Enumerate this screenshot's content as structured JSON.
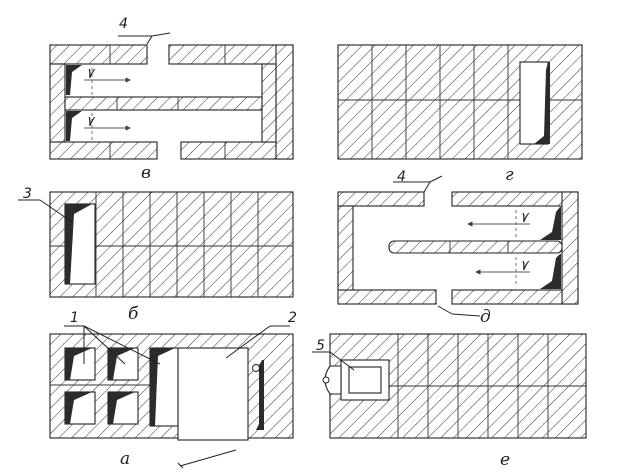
{
  "panels": [
    {
      "id": "v",
      "label": "в"
    },
    {
      "id": "g",
      "label": "г"
    },
    {
      "id": "b",
      "label": "б"
    },
    {
      "id": "d",
      "label": "д"
    },
    {
      "id": "a",
      "label": "а"
    },
    {
      "id": "e",
      "label": "е"
    }
  ],
  "callouts": {
    "n1": "1",
    "n2": "2",
    "n3": "3",
    "n4_top": "4",
    "n4_mid": "4",
    "n5": "5"
  },
  "colors": {
    "ink": "#222222",
    "soot": "#2b2b2b",
    "paper": "#ffffff"
  }
}
